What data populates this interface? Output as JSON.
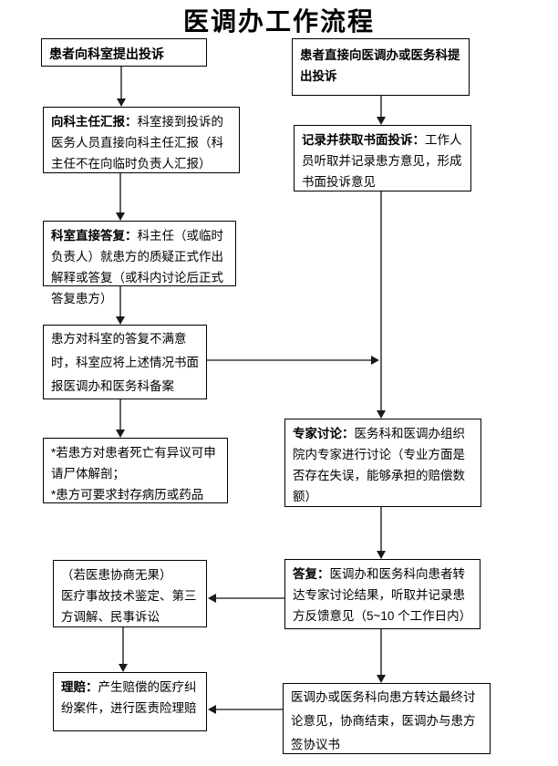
{
  "title": "医调办工作流程",
  "colors": {
    "background": "#ffffff",
    "box_border": "#000000",
    "connector_line": "#3c3c3c",
    "text": "#000000"
  },
  "flow": {
    "left": [
      {
        "lead": "患者向科室提出投诉",
        "text": ""
      },
      {
        "lead": "向科主任汇报：",
        "text": "科室接到投诉的医务人员直接向科主任汇报（科主任不在向临时负责人汇报）"
      },
      {
        "lead": "科室直接答复：",
        "text": "科主任（或临时负责人）就患方的质疑正式作出解释或答复（或科内讨论后正式答复患方）"
      },
      {
        "lead": "",
        "text": "患方对科室的答复不满意时，科室应将上述情况书面报医调办和医务科备案"
      },
      {
        "lead": "",
        "text": "*若患方对患者死亡有异议可申请尸体解剖；\n*患方可要求封存病历或药品"
      },
      {
        "lead": "",
        "text": "（若医患协商无果）\n医疗事故技术鉴定、第三方调解、民事诉讼"
      },
      {
        "lead": "理赔：",
        "text": "产生赔偿的医疗纠纷案件，进行医责险理赔"
      }
    ],
    "right": [
      {
        "lead": "患者直接向医调办或医务科提出投诉",
        "text": ""
      },
      {
        "lead": "记录并获取书面投诉：",
        "text": "工作人员听取并记录患方意见，形成书面投诉意见"
      },
      {
        "lead": "专家讨论：",
        "text": "医务科和医调办组织院内专家进行讨论（专业方面是否存在失误，能够承担的赔偿数额）"
      },
      {
        "lead": "答复：",
        "text": "医调办和医务科向患者转达专家讨论结果，听取并记录患方反馈意见（5~10 个工作日内）"
      },
      {
        "lead": "",
        "text": "医调办或医务科向患方转达最终讨论意见，协商结束，医调办与患方签协议书"
      }
    ]
  }
}
